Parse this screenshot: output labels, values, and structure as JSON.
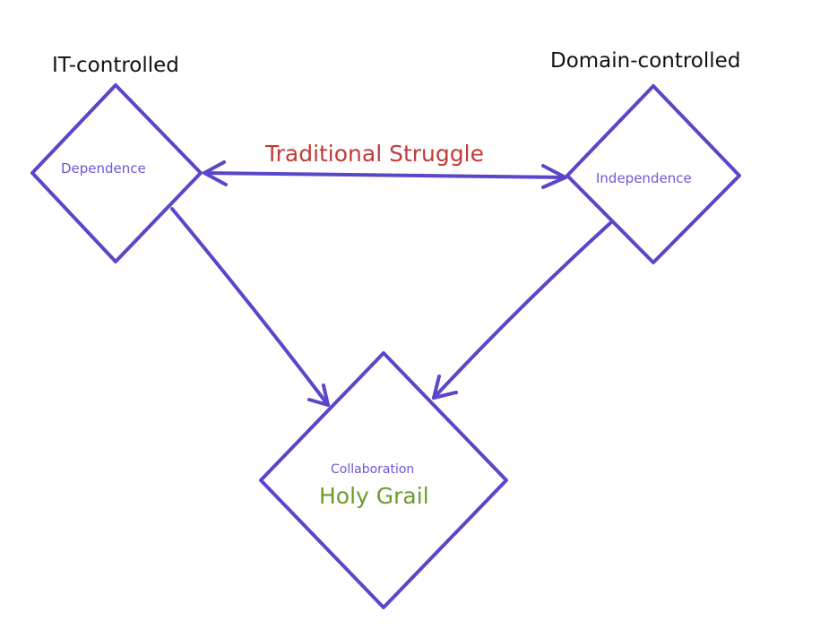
{
  "nodes": {
    "dependence": {
      "label": "Dependence",
      "caption": "IT-controlled"
    },
    "independence": {
      "label": "Independence",
      "caption": "Domain-controlled"
    },
    "collaboration": {
      "label": "Collaboration",
      "sublabel": "Holy Grail"
    }
  },
  "edges": {
    "struggle": {
      "label": "Traditional Struggle"
    }
  },
  "colors": {
    "shape": "#5a46c8",
    "node_text": "#6a58d8",
    "caption": "#111111",
    "struggle": "#c23a3a",
    "grail": "#6e9a2a",
    "background": "#ffffff"
  }
}
